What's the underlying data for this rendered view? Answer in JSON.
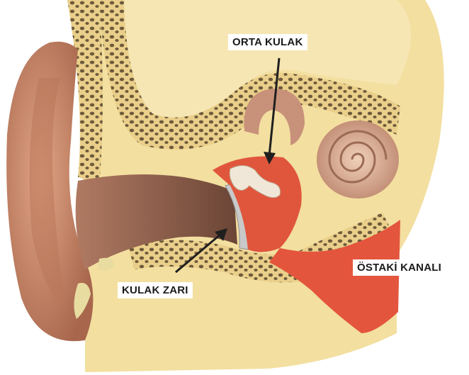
{
  "labels": {
    "middle_ear": "ORTA KULAK",
    "eardrum": "KULAK ZARI",
    "eustachian_tube": "ÖSTAKİ KANALI"
  },
  "colors": {
    "bone": "#f3dfa0",
    "bone_pores": "#6e5a3c",
    "skin": "#c98a6a",
    "canal": "#8a5a47",
    "middle_ear": "#e0563c",
    "cochlea": "#d3a38c",
    "arrow": "#1f1f1f"
  }
}
